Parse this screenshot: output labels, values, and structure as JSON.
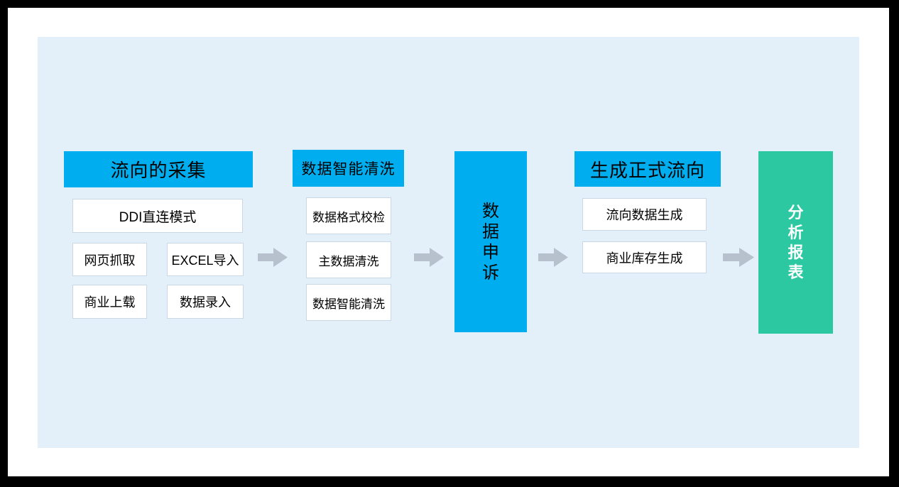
{
  "window": {
    "frame_color": "#000000",
    "matte_color": "#ffffff"
  },
  "diagram": {
    "panel_bg": "#e4f0f9",
    "colors": {
      "stage_blue": "#00aeef",
      "report_green": "#2bc8a2",
      "arrow_gray": "#b7c1ce",
      "item_border": "#c9d8e4",
      "item_bg": "#ffffff",
      "header_text": "#000000",
      "report_text": "#ffffff"
    },
    "stages": [
      {
        "title": "流向的采集",
        "items": [
          "DDI直连模式",
          "网页抓取",
          "EXCEL导入",
          "商业上载",
          "数据录入"
        ]
      },
      {
        "title": "数据智能清洗",
        "items": [
          "数据格式校检",
          "主数据清洗",
          "数据智能清洗"
        ]
      },
      {
        "title": "数据申诉",
        "items": []
      },
      {
        "title": "生成正式流向",
        "items": [
          "流向数据生成",
          "商业库存生成"
        ]
      },
      {
        "title": "分析报表",
        "items": []
      }
    ],
    "arrow_icon": "block-arrow-right"
  }
}
